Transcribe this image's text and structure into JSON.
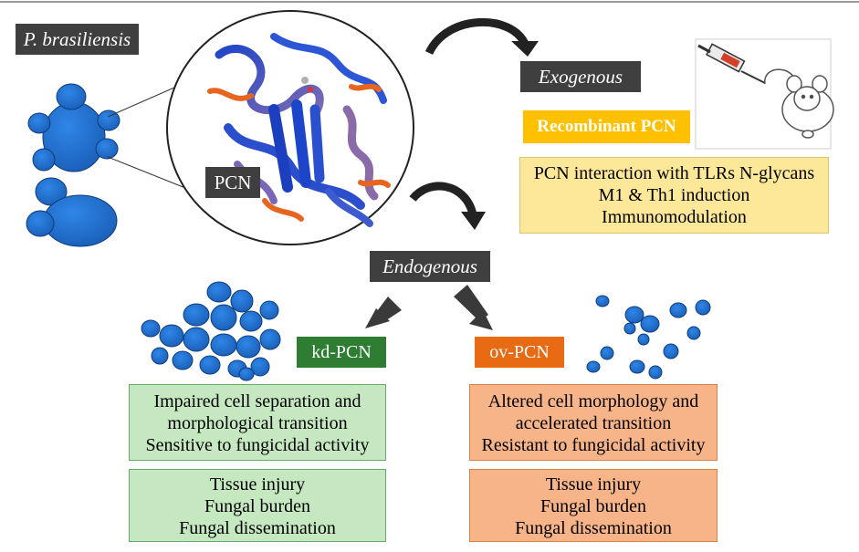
{
  "organism_label": "P. brasiliensis",
  "protein_label": "PCN",
  "exogenous_label": "Exogenous",
  "endogenous_label": "Endogenous",
  "recombinant_label": "Recombinant PCN",
  "recombinant_effects": [
    "PCN interaction with TLRs N-glycans",
    "M1 & Th1 induction",
    "Immunomodulation"
  ],
  "kd_label": "kd-PCN",
  "ov_label": "ov-PCN",
  "kd_phenotype": [
    "Impaired cell separation and",
    "morphological transition",
    "Sensitive to fungicidal activity"
  ],
  "ov_phenotype": [
    "Altered cell morphology and",
    "accelerated transition",
    "Resistant to fungicidal activity"
  ],
  "kd_outcomes": [
    "Tissue injury",
    "Fungal burden",
    "Fungal dissemination"
  ],
  "ov_outcomes": [
    "Tissue injury",
    "Fungal burden",
    "Fungal dissemination"
  ],
  "colors": {
    "cell_blue": "#1d6fd1",
    "dark_label": "#3f3f3f",
    "kd_green": "#2e7d32",
    "ov_orange": "#e86a13",
    "recombinant_gold": "#ffc000"
  },
  "icons": [
    "yeast-cells-icon",
    "protein-structure-icon",
    "syringe-icon",
    "mouse-icon",
    "down-arrow-icon",
    "up-arrow-icon",
    "curved-arrow-icon"
  ]
}
